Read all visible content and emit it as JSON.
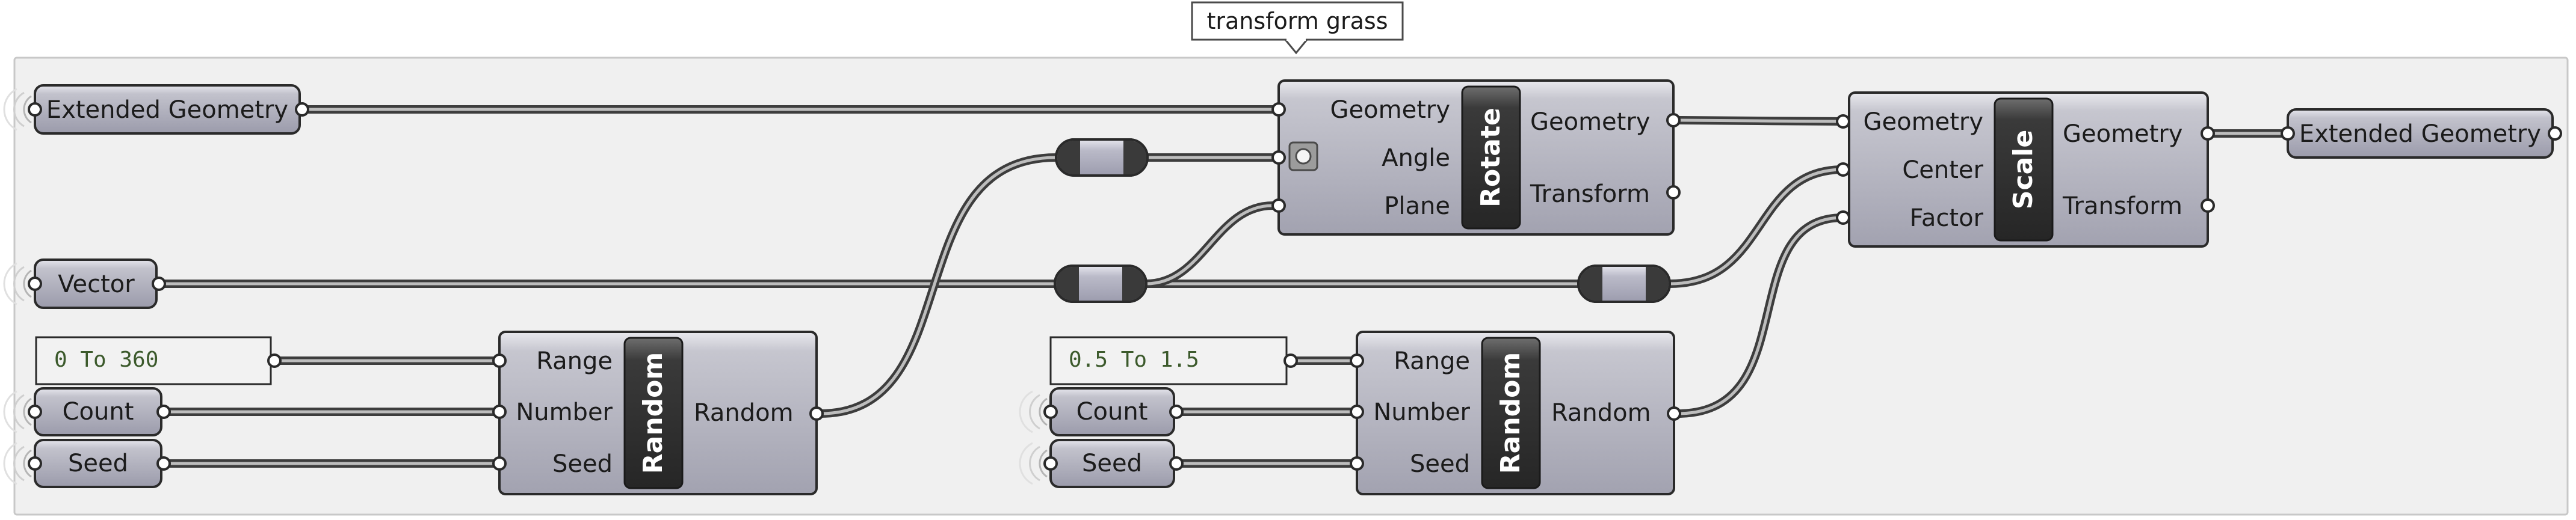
{
  "group": {
    "name": "transform grass"
  },
  "params": {
    "geometry_in": "Extended Geometry",
    "vector": "Vector",
    "count1": "Count",
    "seed1": "Seed",
    "count2": "Count",
    "seed2": "Seed",
    "geometry_out": "Extended Geometry"
  },
  "panels": {
    "range1": "0 To 360",
    "range2": "0.5 To 1.5"
  },
  "rotate": {
    "name": "Rotate",
    "inputs": [
      "Geometry",
      "Angle",
      "Plane"
    ],
    "outputs": [
      "Geometry",
      "Transform"
    ]
  },
  "scale": {
    "name": "Scale",
    "inputs": [
      "Geometry",
      "Center",
      "Factor"
    ],
    "outputs": [
      "Geometry",
      "Transform"
    ]
  },
  "random1": {
    "name": "Random",
    "inputs": [
      "Range",
      "Number",
      "Seed"
    ],
    "outputs": [
      "Random"
    ]
  },
  "random2": {
    "name": "Random",
    "inputs": [
      "Range",
      "Number",
      "Seed"
    ],
    "outputs": [
      "Random"
    ]
  }
}
